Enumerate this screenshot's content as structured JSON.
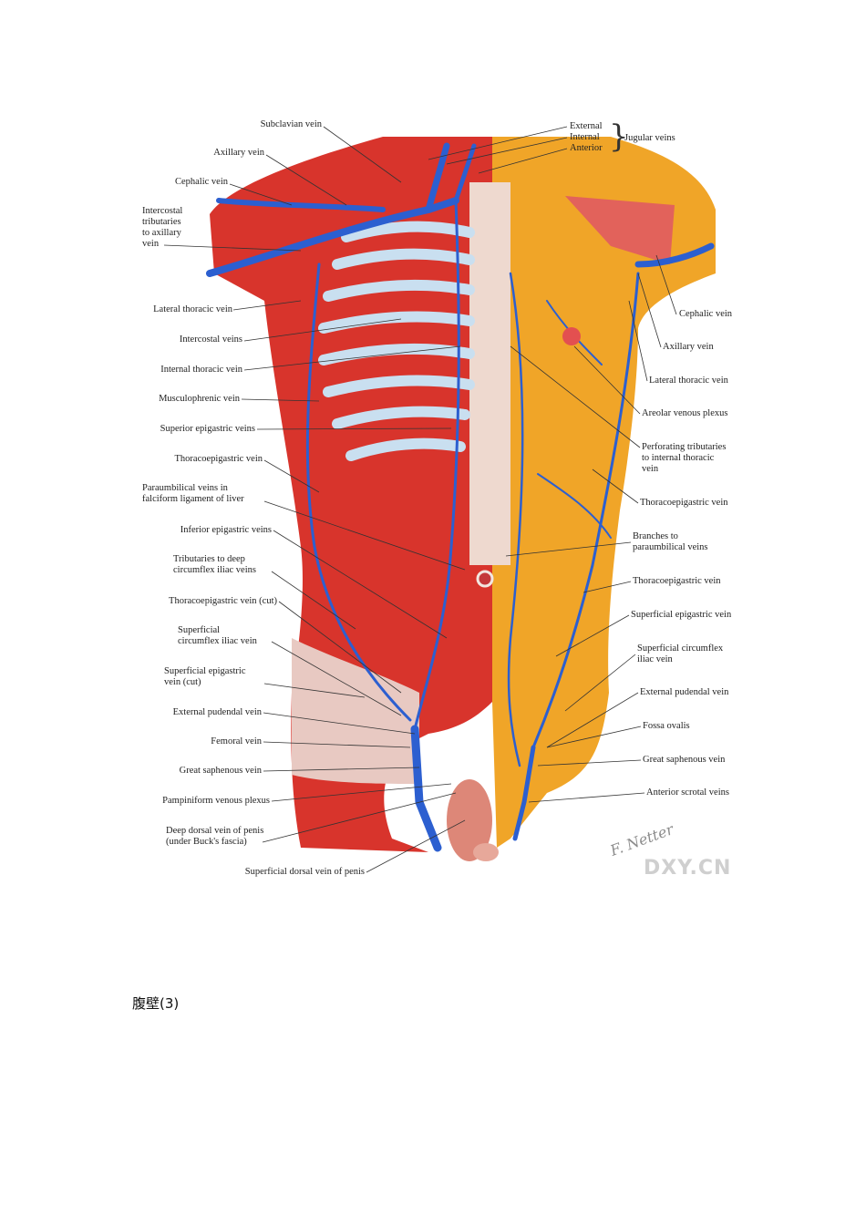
{
  "labels_left": [
    "Subclavian vein",
    "Axillary vein",
    "Cephalic vein",
    "Intercostal\ntributaries\nto axillary\nvein",
    "Lateral thoracic vein",
    "Intercostal veins",
    "Internal thoracic vein",
    "Musculophrenic vein",
    "Superior epigastric veins",
    "Thoracoepigastric vein",
    "Paraumbilical veins in\nfalciform ligament of liver",
    "Inferior epigastric veins",
    "Tributaries to deep\ncircumflex iliac veins",
    "Thoracoepigastric vein (cut)",
    "Superficial\ncircumflex iliac vein",
    "Superficial epigastric\nvein (cut)",
    "External pudendal vein",
    "Femoral vein",
    "Great saphenous vein",
    "Pampiniform venous plexus",
    "Deep dorsal vein of penis\n(under Buck's fascia)",
    "Superficial dorsal vein of penis"
  ],
  "labels_right": [
    "External",
    "Internal",
    "Anterior",
    "Jugular veins",
    "Cephalic vein",
    "Axillary vein",
    "Lateral thoracic vein",
    "Areolar venous plexus",
    "Perforating tributaries\nto internal thoracic\nvein",
    "Thoracoepigastric vein",
    "Branches to\nparaumbilical veins",
    "Thoracoepigastric vein",
    "Superficial epigastric vein",
    "Superficial circumflex\niliac vein",
    "External pudendal vein",
    "Fossa ovalis",
    "Great saphenous vein",
    "Anterior scrotal veins"
  ],
  "signature": "F. Netter",
  "watermark": "DXY.CN",
  "brace": "}",
  "caption": "腹壁(3)",
  "colors": {
    "muscle": "#d8342c",
    "fat": "#f0a528",
    "vein": "#2c5fd0",
    "rib": "#c9dff0"
  }
}
